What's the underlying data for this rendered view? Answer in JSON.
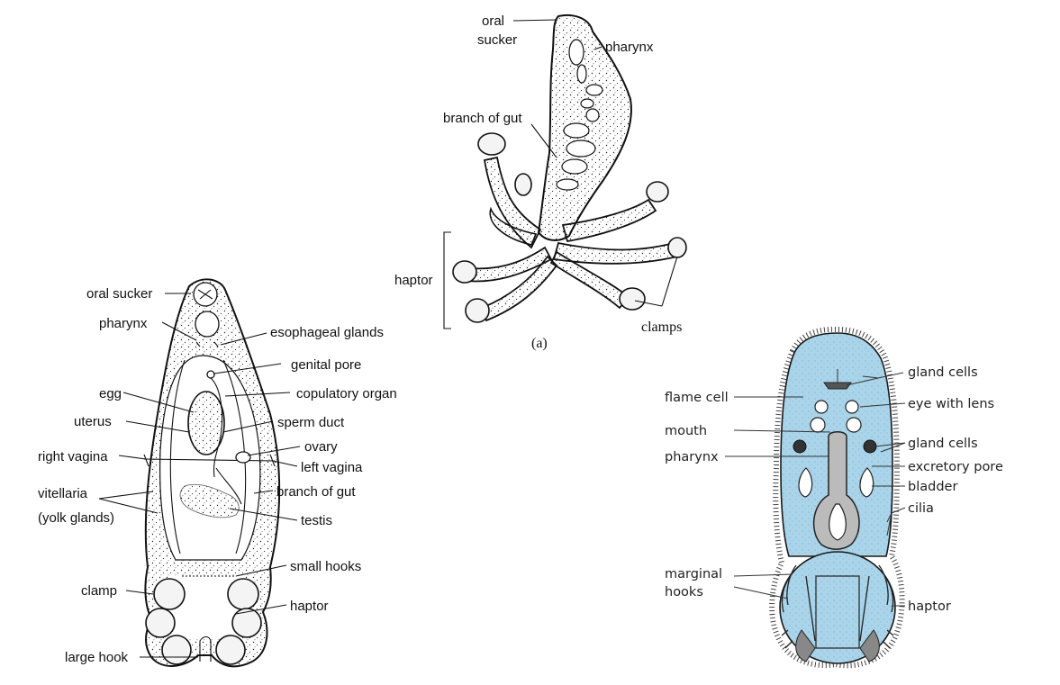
{
  "diagram_a": {
    "labels": {
      "oral_sucker": "oral\nsucker",
      "pharynx": "pharynx",
      "branch_of_gut": "branch of gut",
      "haptor": "haptor",
      "clamps": "clamps",
      "caption": "(a)"
    }
  },
  "diagram_b": {
    "labels": {
      "oral_sucker": "oral sucker",
      "pharynx": "pharynx",
      "esophageal_glands": "esophageal glands",
      "genital_pore": "genital pore",
      "egg": "egg",
      "copulatory_organ": "copulatory organ",
      "uterus": "uterus",
      "sperm_duct": "sperm duct",
      "ovary": "ovary",
      "right_vagina": "right vagina",
      "left_vagina": "left vagina",
      "vitellaria": "vitellaria",
      "yolk_glands": "(yolk glands)",
      "branch_of_gut": "branch of gut",
      "testis": "testis",
      "small_hooks": "small hooks",
      "clamp": "clamp",
      "haptor": "haptor",
      "large_hook": "large hook"
    }
  },
  "diagram_c": {
    "colors": {
      "body": "#a9d4ea"
    },
    "labels": {
      "gland_cells_top": "gland cells",
      "flame_cell": "flame cell",
      "eye_with_lens": "eye with lens",
      "mouth": "mouth",
      "gland_cells_mid": "gland cells",
      "pharynx": "pharynx",
      "excretory_pore": "excretory pore",
      "bladder": "bladder",
      "cilia": "cilia",
      "marginal": "marginal",
      "hooks": "hooks",
      "haptor": "haptor"
    }
  }
}
